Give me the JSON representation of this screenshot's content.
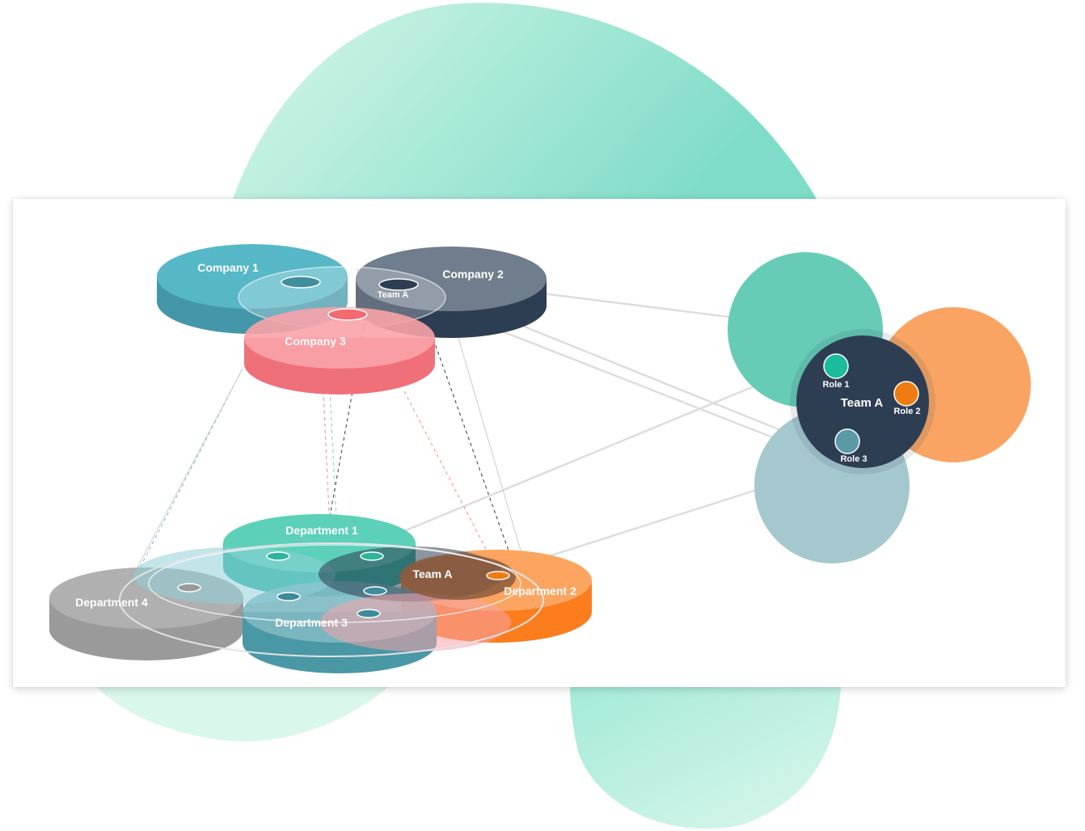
{
  "colors": {
    "teal_blob": "#8fe3cf",
    "company1": "#4fb3c2",
    "company2": "#2e3e52",
    "company3": "#f06b73",
    "department1": "#3cc0a8",
    "department2": "#fb7d1e",
    "department3": "#4a97a6",
    "department4": "#9a9a9a",
    "team": "#2e3e52",
    "role1": "#1abc9c",
    "role2": "#f07b12",
    "role3": "#5a9aa6"
  },
  "companies": [
    {
      "label": "Company 1"
    },
    {
      "label": "Company 2"
    },
    {
      "label": "Company 3"
    }
  ],
  "company_team_label": "Team A",
  "departments": [
    {
      "label": "Department 1"
    },
    {
      "label": "Department 2"
    },
    {
      "label": "Department 3"
    },
    {
      "label": "Department 4"
    }
  ],
  "department_team_label": "Team A",
  "team_view": {
    "team_label": "Team A",
    "roles": [
      {
        "label": "Role 1"
      },
      {
        "label": "Role 2"
      },
      {
        "label": "Role 3"
      }
    ]
  }
}
